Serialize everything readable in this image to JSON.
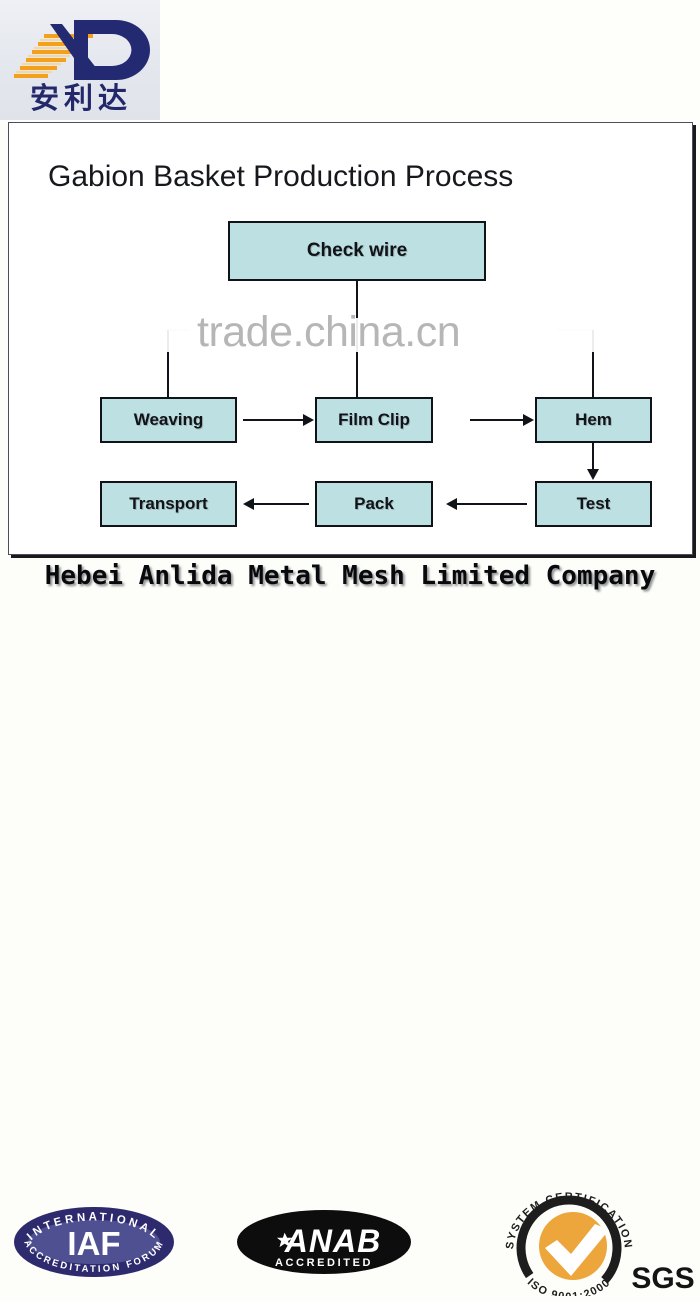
{
  "logo": {
    "brand_mark": "anlida-logo-mark",
    "chinese_name": "安利达",
    "letters": "AD"
  },
  "panel": {
    "title": "Gabion Basket Production Process"
  },
  "watermark": {
    "text": "trade.china.cn"
  },
  "flowchart": {
    "type": "process-flow-diagram",
    "nodes": [
      {
        "id": "check_wire",
        "label": "Check wire"
      },
      {
        "id": "weaving",
        "label": "Weaving"
      },
      {
        "id": "film_clip",
        "label": "Film Clip"
      },
      {
        "id": "hem",
        "label": "Hem"
      },
      {
        "id": "transport",
        "label": "Transport"
      },
      {
        "id": "pack",
        "label": "Pack"
      },
      {
        "id": "test",
        "label": "Test"
      }
    ],
    "edges": [
      {
        "from": "check_wire",
        "to": "weaving",
        "style": "elbow-down"
      },
      {
        "from": "check_wire",
        "to": "film_clip",
        "style": "elbow-down"
      },
      {
        "from": "check_wire",
        "to": "hem",
        "style": "elbow-down"
      },
      {
        "from": "weaving",
        "to": "film_clip",
        "style": "arrow-right"
      },
      {
        "from": "film_clip",
        "to": "hem",
        "style": "arrow-right"
      },
      {
        "from": "hem",
        "to": "test",
        "style": "arrow-down"
      },
      {
        "from": "test",
        "to": "pack",
        "style": "arrow-left"
      },
      {
        "from": "pack",
        "to": "transport",
        "style": "arrow-left"
      }
    ],
    "node_fill": "#bde0e2",
    "node_border": "#101317"
  },
  "footer": {
    "company_name": "Hebei Anlida Metal Mesh Limited Company"
  },
  "certifications": [
    {
      "id": "iaf",
      "name": "iaf-logo",
      "center_text": "IAF",
      "arc_top": "INTERNATIONAL",
      "arc_bottom": "ACCREDITATION FORUM",
      "color": "#2d2a6e"
    },
    {
      "id": "anab",
      "name": "anab-logo",
      "center_text": "ANAB",
      "sub_text": "ACCREDITED",
      "color": "#0d0d0d"
    },
    {
      "id": "sgs",
      "name": "sgs-logo",
      "arc_top": "SYSTEM CERTIFICATION",
      "arc_bottom": "ISO 9001:2000",
      "brand_text": "SGS",
      "color": "#1a1a1a",
      "accent": "#eda63b"
    }
  ]
}
